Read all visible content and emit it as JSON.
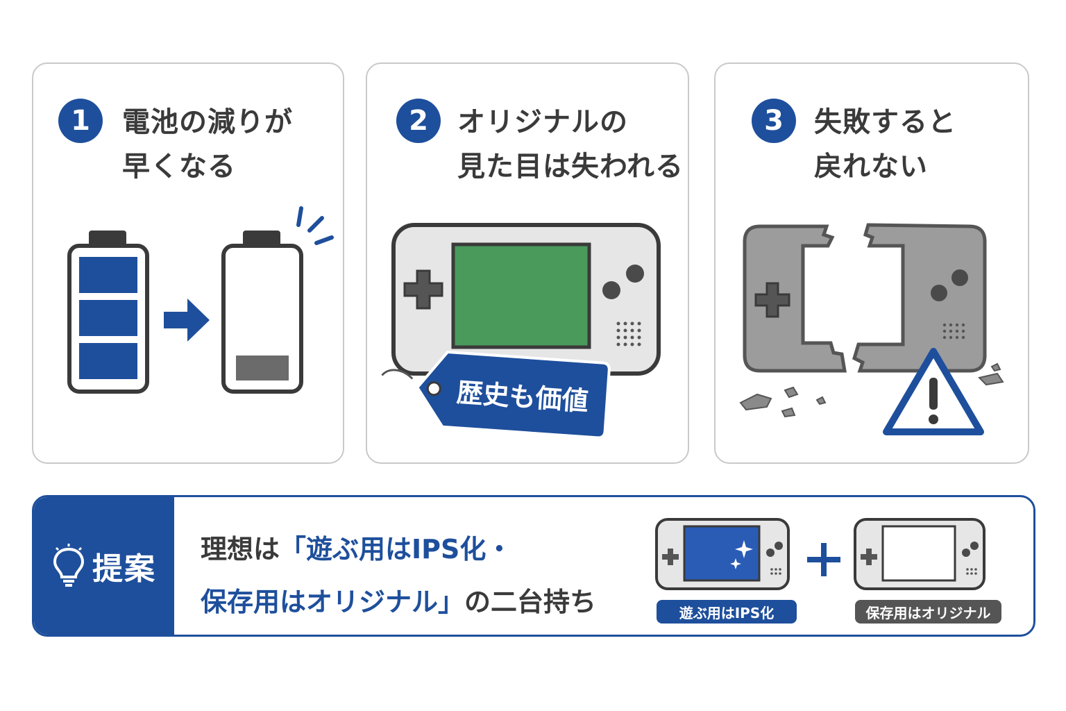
{
  "cards": [
    {
      "number": "1",
      "title_line1": "電池の減りが",
      "title_line2": "早くなる"
    },
    {
      "number": "2",
      "title_line1": "オリジナルの",
      "title_line2": "見た目は失われる",
      "tag_label": "歴史も価値"
    },
    {
      "number": "3",
      "title_line1": "失敗すると",
      "title_line2": "戻れない"
    }
  ],
  "proposal": {
    "label": "提案",
    "line1_prefix": "理想は",
    "line1_highlight": "「遊ぶ用はIPS化・",
    "line2_highlight": "保存用はオリジナル」",
    "line2_suffix": "の二台持ち",
    "device_ips_label": "遊ぶ用はIPS化",
    "device_original_label": "保存用はオリジナル"
  },
  "colors": {
    "accent_blue": "#1e4f9c",
    "screen_green": "#4a9a5c",
    "battery_low": "#6b6b6b",
    "tag_gray": "#555555"
  },
  "icons": [
    "battery-full-icon",
    "arrow-right-icon",
    "battery-low-icon",
    "handheld-console-icon",
    "price-tag-icon",
    "broken-console-icon",
    "warning-icon",
    "lightbulb-icon",
    "plus-icon"
  ]
}
